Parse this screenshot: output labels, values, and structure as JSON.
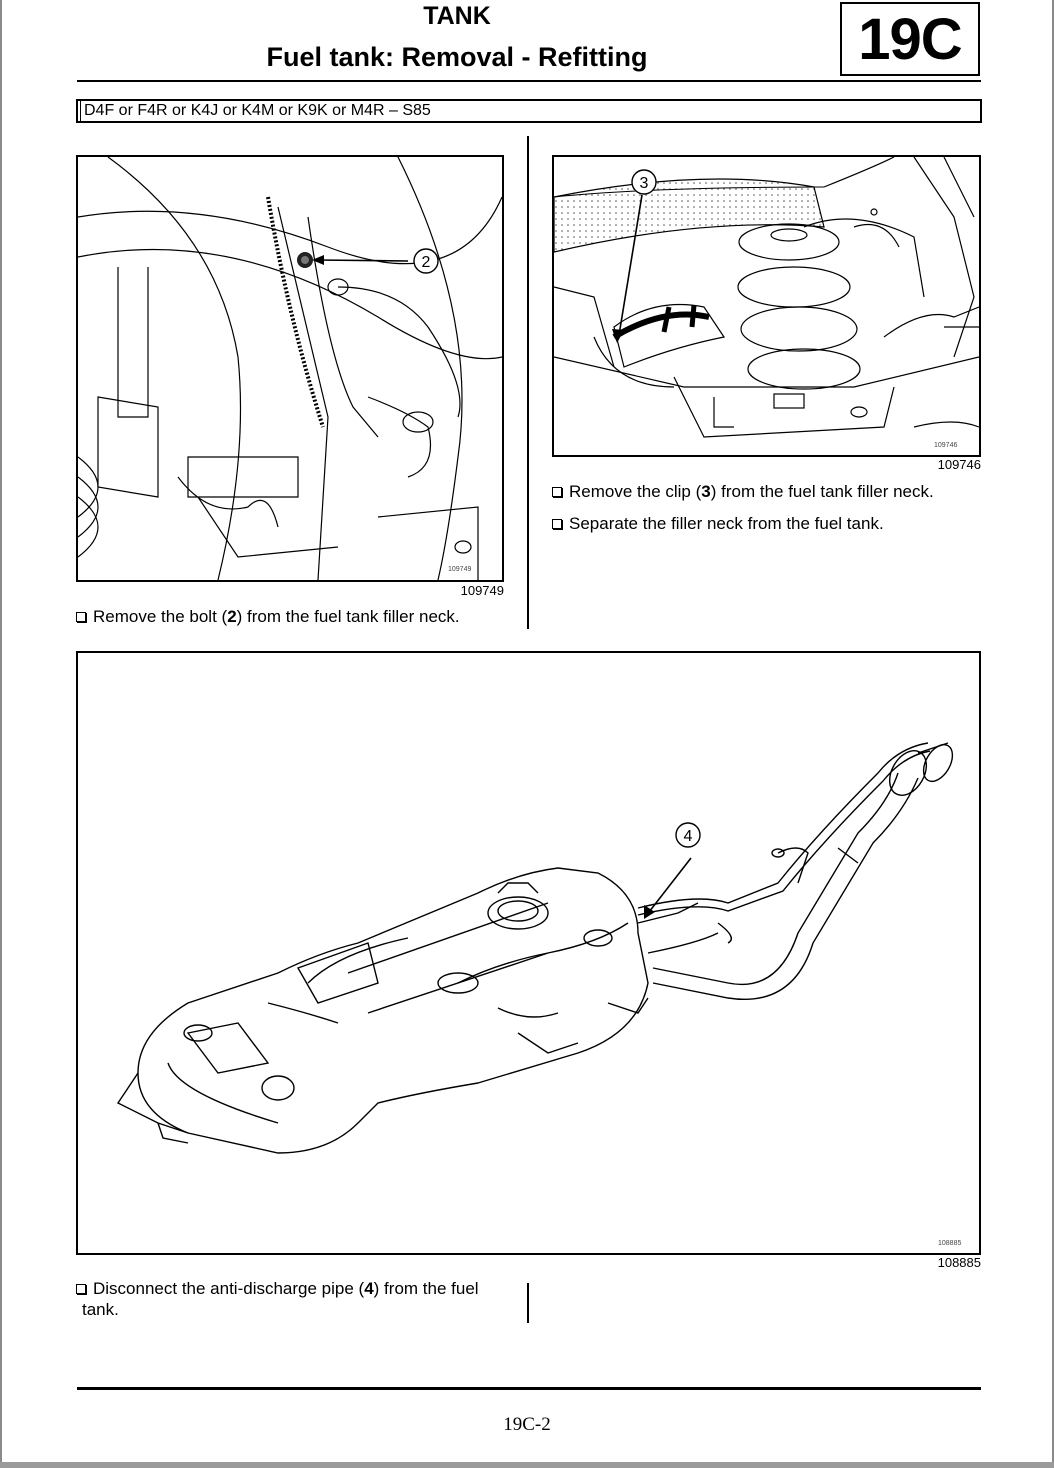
{
  "header": {
    "title": "TANK",
    "subtitle": "Fuel tank: Removal - Refitting",
    "section": "19C"
  },
  "applicability": "D4F or F4R or K4J or K4M or K9K or M4R – S85",
  "figures": {
    "fig1": {
      "ref": "109749",
      "callout": "2"
    },
    "fig2": {
      "ref": "109746",
      "callout": "3"
    },
    "fig3": {
      "ref": "108885",
      "callout": "4"
    }
  },
  "steps": {
    "step1": {
      "pre": "Remove the bolt (",
      "num": "2",
      "post": ") from the fuel tank filler neck."
    },
    "step2": {
      "pre": "Remove the clip (",
      "num": "3",
      "post": ") from the fuel tank filler neck."
    },
    "step3": {
      "text": "Separate the filler neck from the fuel tank."
    },
    "step4": {
      "pre": "Disconnect the anti-discharge pipe (",
      "num": "4",
      "post": ") from the fuel",
      "line2": "tank."
    }
  },
  "footer": {
    "page": "19C-2"
  }
}
